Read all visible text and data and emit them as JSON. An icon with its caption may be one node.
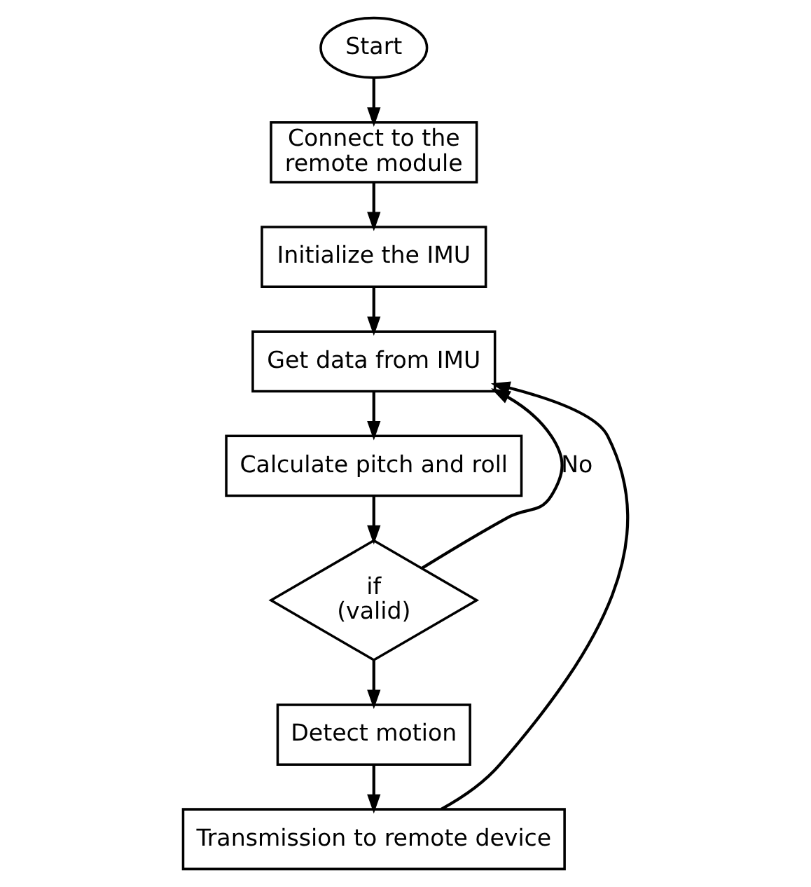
{
  "diagram": {
    "nodes": [
      {
        "text": [
          "Start"
        ]
      },
      {
        "text": [
          "Connect to the remote module"
        ]
      },
      {
        "text": [
          "Initialize the IMU"
        ]
      },
      {
        "text": [
          "Get data from IMU"
        ]
      },
      {
        "text": [
          "Calculate pitch and roll"
        ]
      },
      {
        "text": [
          "if (valid)"
        ]
      },
      {
        "text": [
          "Detect motion"
        ]
      },
      {
        "text": [
          "Transmission to remote device"
        ]
      }
    ],
    "edges": [
      {
        "from": 0,
        "to": 1,
        "arrow": "to"
      },
      {
        "from": 1,
        "to": 2,
        "arrow": "to"
      },
      {
        "from": 2,
        "to": 3,
        "arrow": "to"
      },
      {
        "from": 3,
        "to": 4,
        "arrow": "to"
      },
      {
        "from": 4,
        "to": 5,
        "arrow": "to"
      },
      {
        "from": 5,
        "to": 6,
        "arrow": "to"
      },
      {
        "from": 6,
        "to": 7,
        "arrow": "to"
      },
      {
        "from": 5,
        "to": 3,
        "arrow": "to",
        "label": "No"
      },
      {
        "from": 7,
        "to": 3,
        "arrow": "to"
      }
    ]
  }
}
